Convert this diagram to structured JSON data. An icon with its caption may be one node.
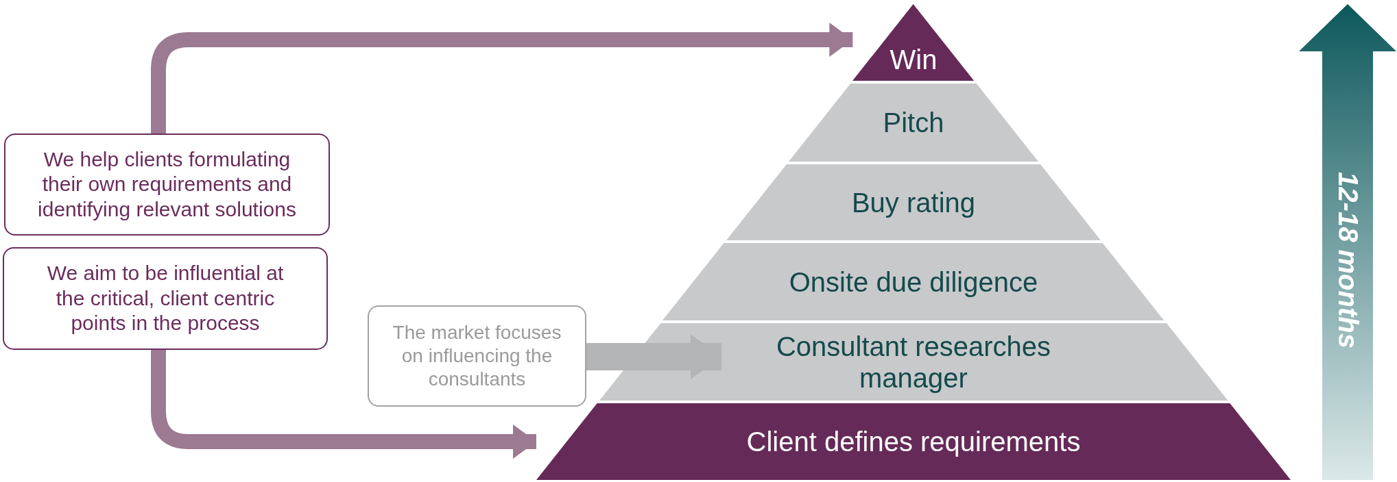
{
  "diagram": {
    "nodes": [
      {
        "text": [
          "Win"
        ]
      },
      {
        "text": [
          "Pitch"
        ]
      },
      {
        "text": [
          "Buy rating"
        ]
      },
      {
        "text": [
          "Onsite due diligence"
        ]
      },
      {
        "text": [
          "Consultant researches manager"
        ]
      },
      {
        "text": [
          "Client defines requirements"
        ]
      },
      {
        "text": [
          "We help clients formulating their own requirements and identifying relevant solutions"
        ]
      },
      {
        "text": [
          "We aim to be influential at the critical, client centric points in the process"
        ]
      },
      {
        "text": [
          "The market focuses on influencing the consultants"
        ]
      }
    ],
    "edges": [
      {
        "from": 6,
        "to": 0,
        "arrow": "to"
      },
      {
        "from": 7,
        "to": 5,
        "arrow": "to"
      },
      {
        "from": 8,
        "to": 4,
        "arrow": "to",
        "style": "thick",
        "color": "#b3b4b6"
      }
    ],
    "labels": [
      "12-18 months"
    ]
  }
}
